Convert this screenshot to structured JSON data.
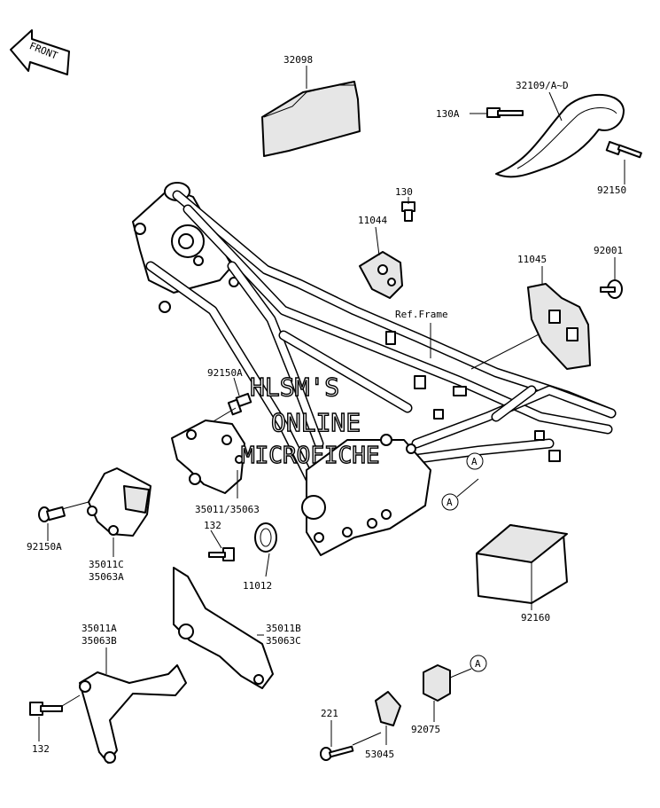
{
  "diagram": {
    "front_arrow_label": "FRONT",
    "reference_label": "Ref.Frame",
    "ref_marker_letter": "A",
    "watermark": [
      "HLSM'S",
      "ONLINE",
      "MICROFICHE"
    ],
    "callouts": {
      "p32098": "32098",
      "p32109": "32109/A~D",
      "p130A": "130A",
      "p92150_top": "92150",
      "p130": "130",
      "p11044": "11044",
      "p11045": "11045",
      "p92001": "92001",
      "p92150A_top": "92150A",
      "p35011_35063": "35011/35063",
      "p92150A_left": "92150A",
      "p35011C": "35011C",
      "p35063A": "35063A",
      "p132_mid": "132",
      "p11012": "11012",
      "p92160": "92160",
      "p35011A": "35011A",
      "p35063B": "35063B",
      "p35011B": "35011B",
      "p35063C": "35063C",
      "p132_bottom": "132",
      "p221": "221",
      "p53045": "53045",
      "p92075": "92075"
    }
  }
}
